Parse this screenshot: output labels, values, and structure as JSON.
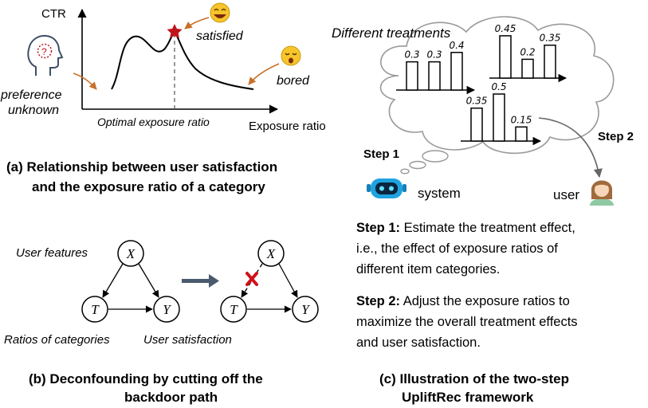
{
  "panel_a": {
    "y_axis_label": "CTR",
    "x_axis_label": "Exposure ratio",
    "optimal_label": "Optimal exposure ratio",
    "satisfied_label": "satisfied",
    "bored_label": "bored",
    "preference_line1": "preference",
    "preference_line2": "unknown",
    "caption_line1": "(a) Relationship between user satisfaction",
    "caption_line2": "and the exposure ratio of a category"
  },
  "panel_b": {
    "node_x": "X",
    "node_t": "T",
    "node_y": "Y",
    "user_features": "User features",
    "ratios_of_categories": "Ratios of categories",
    "user_satisfaction": "User satisfaction",
    "caption_line1": "(b) Deconfounding by cutting off the",
    "caption_line2": "backdoor path"
  },
  "panel_c": {
    "cloud_title": "Different treatments",
    "treatment_groups": [
      {
        "values": [
          0.3,
          0.3,
          0.4
        ],
        "labels": [
          "0.3",
          "0.3",
          "0.4"
        ]
      },
      {
        "values": [
          0.45,
          0.2,
          0.35
        ],
        "labels": [
          "0.45",
          "0.2",
          "0.35"
        ]
      },
      {
        "values": [
          0.35,
          0.5,
          0.15
        ],
        "labels": [
          "0.35",
          "0.5",
          "0.15"
        ]
      }
    ],
    "step1_tag": "Step 1",
    "step2_tag": "Step 2",
    "system_label": "system",
    "user_label": "user",
    "desc": [
      {
        "bold": "Step 1:",
        "lines": [
          " Estimate the treatment effect,",
          "i.e., the effect of exposure ratios of",
          "different item categories."
        ]
      },
      {
        "bold": "Step 2:",
        "lines": [
          " Adjust the exposure ratios to",
          "maximize the overall treatment effects",
          "and user satisfaction."
        ]
      }
    ],
    "caption_line1": "(c) Illustration of the two-step",
    "caption_line2": "UpliftRec framework"
  },
  "colors": {
    "star": "#c0141c",
    "arrow_orange": "#c8702a",
    "cloud_stroke": "#999999",
    "flow_arrow": "#4a5a6e",
    "cut_mark": "#d0111a",
    "emoji_face": "#f7c52b",
    "robot_blue": "#1fa3e0"
  }
}
